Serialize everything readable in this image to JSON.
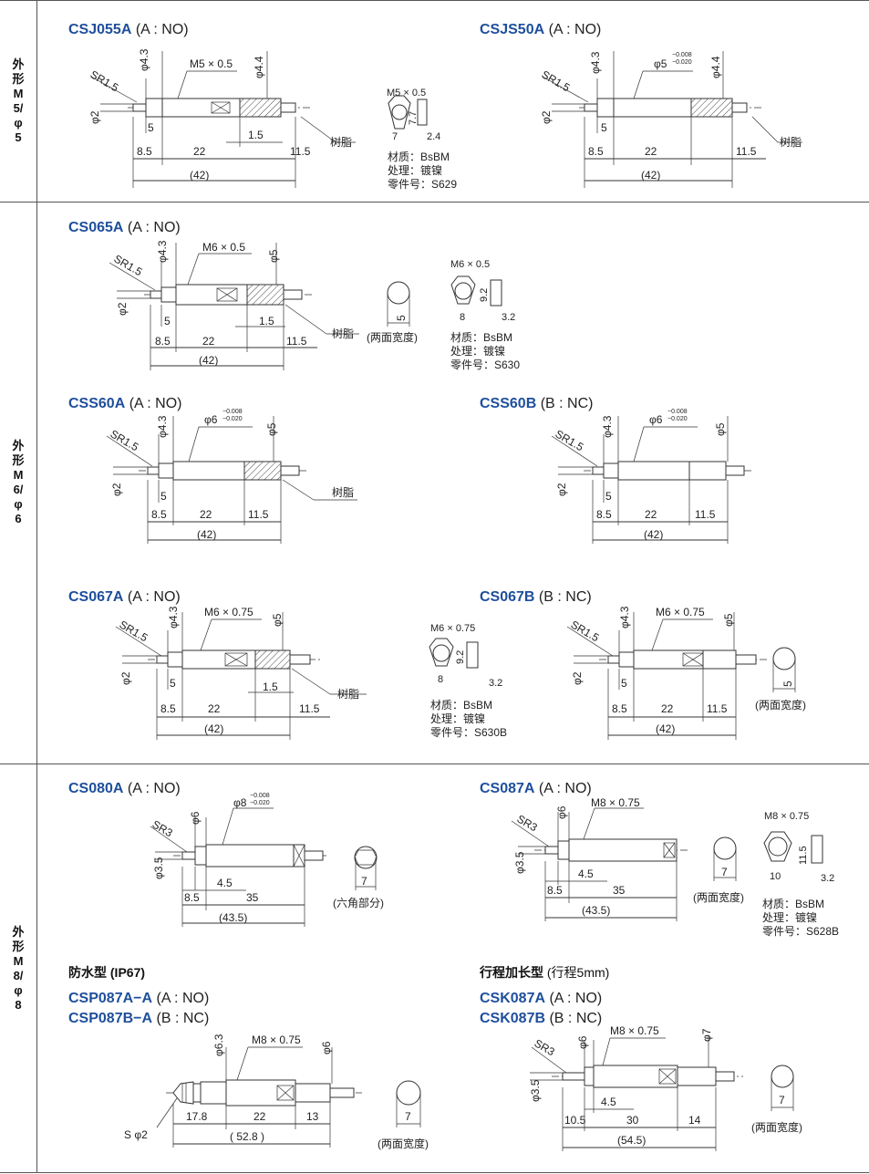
{
  "groups": [
    {
      "label": "外形M5/φ5"
    },
    {
      "label": "外形M6/φ6"
    },
    {
      "label": "外形M8/φ8"
    }
  ],
  "m5": {
    "csj055a": {
      "code": "CSJ055A",
      "type": " (A : NO)",
      "thread": "M5 × 0.5",
      "dia": "φ4.3",
      "dia2": "φ4.4",
      "sr": "SR1.5",
      "tip": "φ2",
      "d5": "5",
      "d15": "1.5",
      "d85": "8.5",
      "d22": "22",
      "d115": "11.5",
      "total": "(42)",
      "resin": "树脂"
    },
    "nut": {
      "thread": "M5 × 0.5",
      "w": "7",
      "h": "7.7",
      "t": "2.4",
      "mat": "材质：BsBM",
      "treat": "处理：镀镍",
      "part": "零件号：S629"
    },
    "csjs50a": {
      "code": "CSJS50A",
      "type": " (A : NO)",
      "dia": "φ5",
      "tol_up": "−0.008",
      "tol_lo": "−0.020",
      "dia1": "φ4.3",
      "dia2": "φ4.4",
      "sr": "SR1.5",
      "tip": "φ2",
      "d5": "5",
      "d85": "8.5",
      "d22": "22",
      "d115": "11.5",
      "total": "(42)",
      "resin": "树脂"
    }
  },
  "m6": {
    "cs065a": {
      "code": "CS065A",
      "type": " (A : NO)",
      "thread": "M6 × 0.5",
      "dia": "φ4.3",
      "dia2": "φ5",
      "sr": "SR1.5",
      "tip": "φ2",
      "d5": "5",
      "d15": "1.5",
      "d85": "8.5",
      "d22": "22",
      "d115": "11.5",
      "total": "(42)",
      "resin": "树脂",
      "flats": "5",
      "flats_note": "(两面宽度)"
    },
    "nut065": {
      "thread": "M6 × 0.5",
      "w": "8",
      "h": "9.2",
      "t": "3.2",
      "mat": "材质：BsBM",
      "treat": "处理：镀镍",
      "part": "零件号：S630"
    },
    "css60a": {
      "code": "CSS60A",
      "type": " (A : NO)",
      "dia": "φ6",
      "tol_up": "−0.008",
      "tol_lo": "−0.020",
      "dia1": "φ4.3",
      "dia2": "φ5",
      "sr": "SR1.5",
      "tip": "φ2",
      "d5": "5",
      "d85": "8.5",
      "d22": "22",
      "d115": "11.5",
      "total": "(42)",
      "resin": "树脂"
    },
    "css60b": {
      "code": "CSS60B",
      "type": " (B : NC)",
      "dia": "φ6",
      "tol_up": "−0.008",
      "tol_lo": "−0.020",
      "dia1": "φ4.3",
      "dia2": "φ5",
      "sr": "SR1.5",
      "tip": "φ2",
      "d5": "5",
      "d85": "8.5",
      "d22": "22",
      "d115": "11.5",
      "total": "(42)"
    },
    "cs067a": {
      "code": "CS067A",
      "type": " (A : NO)",
      "thread": "M6 × 0.75",
      "dia": "φ4.3",
      "dia2": "φ5",
      "sr": "SR1.5",
      "tip": "φ2",
      "d5": "5",
      "d15": "1.5",
      "d85": "8.5",
      "d22": "22",
      "d115": "11.5",
      "total": "(42)",
      "resin": "树脂"
    },
    "nut067": {
      "thread": "M6 × 0.75",
      "w": "8",
      "h": "9.2",
      "t": "3.2",
      "mat": "材质：BsBM",
      "treat": "处理：镀镍",
      "part": "零件号：S630B"
    },
    "cs067b": {
      "code": "CS067B",
      "type": " (B : NC)",
      "thread": "M6 × 0.75",
      "dia": "φ4.3",
      "dia2": "φ5",
      "sr": "SR1.5",
      "tip": "φ2",
      "d5": "5",
      "d85": "8.5",
      "d22": "22",
      "d115": "11.5",
      "total": "(42)",
      "flats": "5",
      "flats_note": "(两面宽度)"
    }
  },
  "m8": {
    "cs080a": {
      "code": "CS080A",
      "type": " (A : NO)",
      "dia": "φ8",
      "tol_up": "−0.008",
      "tol_lo": "−0.020",
      "dia1": "φ6",
      "sr": "SR3",
      "tip": "φ3.5",
      "d45": "4.5",
      "d85": "8.5",
      "d35": "35",
      "total": "(43.5)",
      "flats": "7",
      "flats_note": "(六角部分)"
    },
    "cs087a": {
      "code": "CS087A",
      "type": " (A : NO)",
      "thread": "M8 × 0.75",
      "dia1": "φ6",
      "sr": "SR3",
      "tip": "φ3.5",
      "d45": "4.5",
      "d85": "8.5",
      "d35": "35",
      "total": "(43.5)",
      "flats": "7",
      "flats_note": "(两面宽度)"
    },
    "nut087": {
      "thread": "M8 × 0.75",
      "w": "10",
      "h": "11.5",
      "t": "3.2",
      "mat": "材质：BsBM",
      "treat": "处理：镀镍",
      "part": "零件号：S628B"
    },
    "waterproof": {
      "title": "防水型",
      "title2": " (IP67)"
    },
    "csp": {
      "code1": "CSP087A−A",
      "type1": " (A : NO)",
      "code2": "CSP087B−A",
      "type2": " (B : NC)",
      "thread": "M8 × 0.75",
      "dia1": "φ6.3",
      "dia2": "φ6",
      "sphere": "S φ2",
      "d178": "17.8",
      "d22": "22",
      "d13": "13",
      "total": "( 52.8 )",
      "flats": "7",
      "flats_note": "(两面宽度)"
    },
    "longstroke": {
      "title": "行程加长型",
      "title2": " (行程5mm)"
    },
    "csk": {
      "code1": "CSK087A",
      "type1": " (A : NO)",
      "code2": "CSK087B",
      "type2": " (B : NC)",
      "thread": "M8 × 0.75",
      "dia1": "φ6",
      "dia2": "φ7",
      "sr": "SR3",
      "tip": "φ3.5",
      "d45": "4.5",
      "d105": "10.5",
      "d30": "30",
      "d14": "14",
      "total": "(54.5)",
      "flats": "7",
      "flats_note": "(两面宽度)"
    }
  }
}
